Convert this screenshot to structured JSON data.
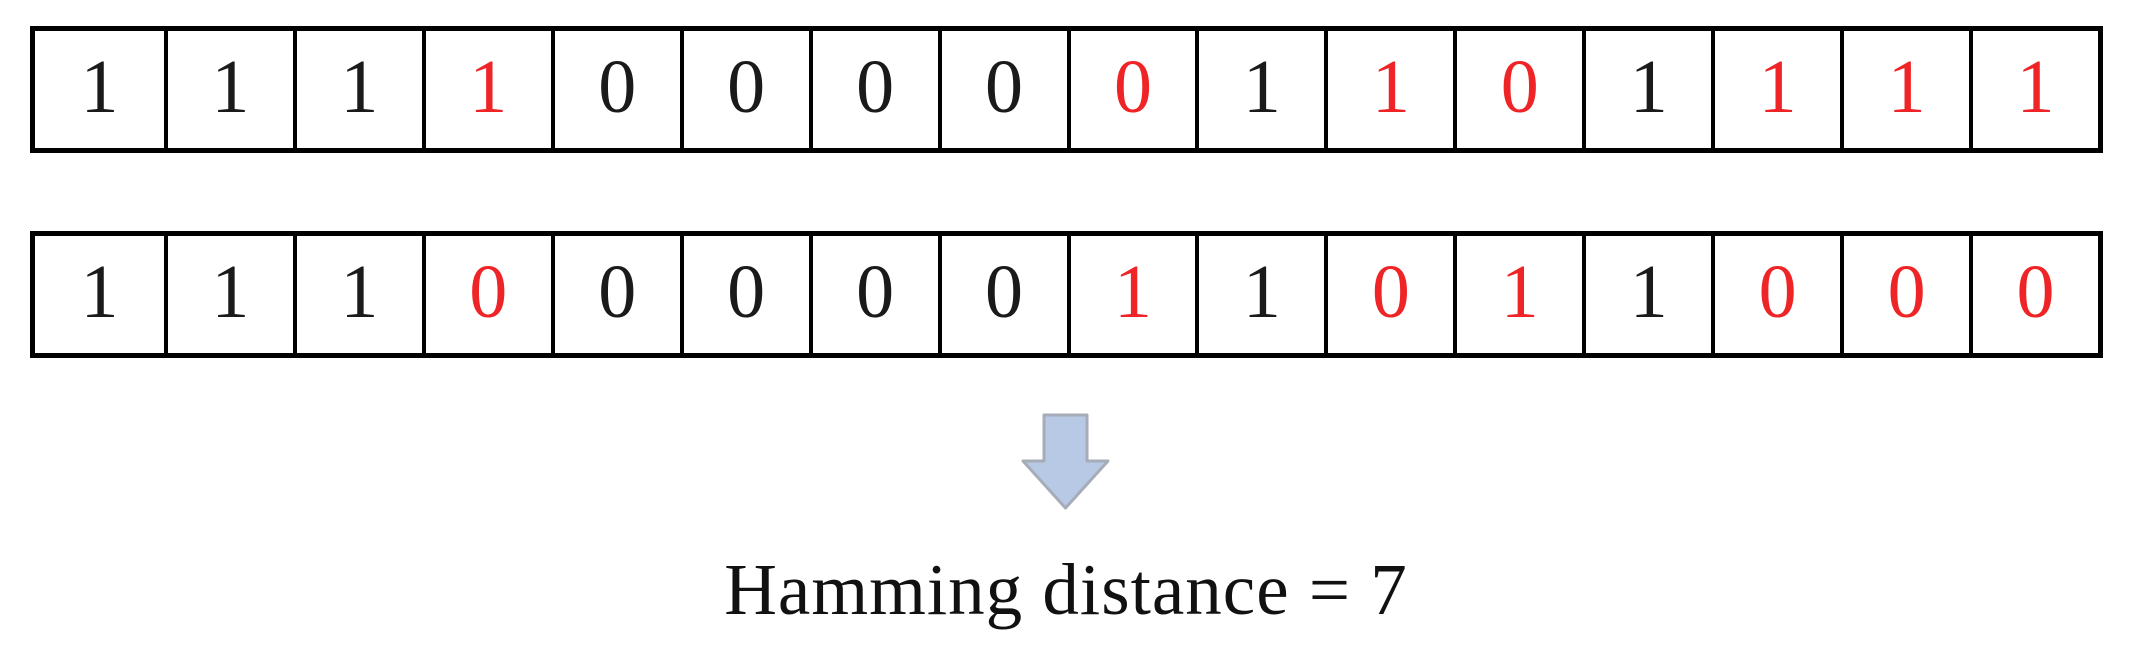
{
  "figure": {
    "caption": "Hamming distance = 7",
    "hamming_distance": 7,
    "rows": [
      {
        "name": "bit-string-top",
        "cells": [
          {
            "v": "1",
            "diff": false
          },
          {
            "v": "1",
            "diff": false
          },
          {
            "v": "1",
            "diff": false
          },
          {
            "v": "1",
            "diff": true
          },
          {
            "v": "0",
            "diff": false
          },
          {
            "v": "0",
            "diff": false
          },
          {
            "v": "0",
            "diff": false
          },
          {
            "v": "0",
            "diff": false
          },
          {
            "v": "0",
            "diff": true
          },
          {
            "v": "1",
            "diff": false
          },
          {
            "v": "1",
            "diff": true
          },
          {
            "v": "0",
            "diff": true
          },
          {
            "v": "1",
            "diff": false
          },
          {
            "v": "1",
            "diff": true
          },
          {
            "v": "1",
            "diff": true
          },
          {
            "v": "1",
            "diff": true
          }
        ]
      },
      {
        "name": "bit-string-bottom",
        "cells": [
          {
            "v": "1",
            "diff": false
          },
          {
            "v": "1",
            "diff": false
          },
          {
            "v": "1",
            "diff": false
          },
          {
            "v": "0",
            "diff": true
          },
          {
            "v": "0",
            "diff": false
          },
          {
            "v": "0",
            "diff": false
          },
          {
            "v": "0",
            "diff": false
          },
          {
            "v": "0",
            "diff": false
          },
          {
            "v": "1",
            "diff": true
          },
          {
            "v": "1",
            "diff": false
          },
          {
            "v": "0",
            "diff": true
          },
          {
            "v": "1",
            "diff": true
          },
          {
            "v": "1",
            "diff": false
          },
          {
            "v": "0",
            "diff": true
          },
          {
            "v": "0",
            "diff": true
          },
          {
            "v": "0",
            "diff": true
          }
        ]
      }
    ],
    "icons": {
      "arrow": "down-arrow-icon"
    },
    "colors": {
      "bit_normal": "#1a1a1a",
      "bit_diff": "#ee2426",
      "cell_border": "#000000",
      "arrow_fill": "#b8c9e6",
      "arrow_stroke": "#a6acb8",
      "caption_text": "#111111",
      "background": "#ffffff"
    }
  }
}
